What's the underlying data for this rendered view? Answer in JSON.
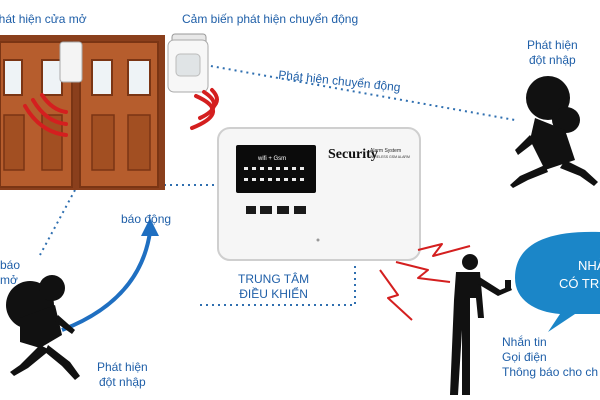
{
  "labels": {
    "door_sensor": "phát hiện cửa mở",
    "motion_sensor": "Cảm biến phát hiện chuyển động",
    "motion_detect": "Phát hiện chuyển động",
    "intruder_top_1": "Phát hiện",
    "intruder_top_2": "đột nhập",
    "alarm": "báo động",
    "left_partial_1": "báo",
    "left_partial_2": "mở",
    "intruder_bottom_1": "Phát hiện",
    "intruder_bottom_2": "đột nhập",
    "control_center_1": "TRUNG TÂM",
    "control_center_2": "ĐIỀU KHIỂN",
    "notify_1": "Nhắn tin",
    "notify_2": "Gọi điện",
    "notify_3": "Thông báo cho ch",
    "bubble_1": "NHẢ",
    "bubble_2": "CÓ TRỘ"
  },
  "panel": {
    "brand": "Security",
    "subtitle_1": "Alarm System",
    "subtitle_2": "WIRELESS GSM ALARM",
    "screen_text": "wifi + Gsm"
  },
  "colors": {
    "label_blue": "#1f5fa8",
    "dotted_line": "#2f6fb0",
    "signal_red": "#d41f1f",
    "door_wood": "#b0562a",
    "bubble_blue": "#1b86c8",
    "silhouette": "#111111"
  }
}
